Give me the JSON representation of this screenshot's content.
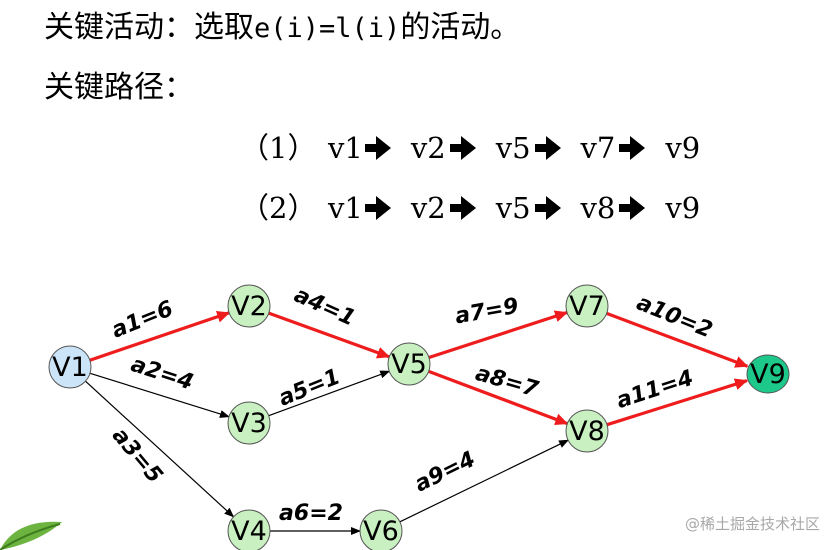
{
  "heading": {
    "line1_prefix": "关键活动：选取",
    "line1_formula": "e(i)=l(i)",
    "line1_suffix": "的活动。",
    "line2": "关键路径："
  },
  "paths": [
    {
      "index": "（1）",
      "nodes": [
        "v1",
        "v2",
        "v5",
        "v7",
        "v9"
      ]
    },
    {
      "index": "（2）",
      "nodes": [
        "v1",
        "v2",
        "v5",
        "v8",
        "v9"
      ]
    }
  ],
  "graph": {
    "nodes": [
      {
        "id": "V1",
        "label": "V1",
        "color": "#cce4f7"
      },
      {
        "id": "V2",
        "label": "V2",
        "color": "#c8f0c0"
      },
      {
        "id": "V3",
        "label": "V3",
        "color": "#c8f0c0"
      },
      {
        "id": "V4",
        "label": "V4",
        "color": "#c8f0c0"
      },
      {
        "id": "V5",
        "label": "V5",
        "color": "#c8f0c0"
      },
      {
        "id": "V6",
        "label": "V6",
        "color": "#c8f0c0"
      },
      {
        "id": "V7",
        "label": "V7",
        "color": "#c8f0c0"
      },
      {
        "id": "V8",
        "label": "V8",
        "color": "#c8f0c0"
      },
      {
        "id": "V9",
        "label": "V9",
        "color": "#1cc88a"
      }
    ],
    "edges": [
      {
        "from": "V1",
        "to": "V2",
        "label": "a1=6",
        "critical": true
      },
      {
        "from": "V1",
        "to": "V3",
        "label": "a2=4",
        "critical": false
      },
      {
        "from": "V1",
        "to": "V4",
        "label": "a3=5",
        "critical": false
      },
      {
        "from": "V2",
        "to": "V5",
        "label": "a4=1",
        "critical": true
      },
      {
        "from": "V3",
        "to": "V5",
        "label": "a5=1",
        "critical": false
      },
      {
        "from": "V4",
        "to": "V6",
        "label": "a6=2",
        "critical": false
      },
      {
        "from": "V5",
        "to": "V7",
        "label": "a7=9",
        "critical": true
      },
      {
        "from": "V5",
        "to": "V8",
        "label": "a8=7",
        "critical": true
      },
      {
        "from": "V6",
        "to": "V8",
        "label": "a9=4",
        "critical": false
      },
      {
        "from": "V7",
        "to": "V9",
        "label": "a10=2",
        "critical": true
      },
      {
        "from": "V8",
        "to": "V9",
        "label": "a11=4",
        "critical": true
      }
    ],
    "critical_color": "#ee1c1c",
    "normal_color": "#000000"
  },
  "watermark": "@稀土掘金技术社区"
}
